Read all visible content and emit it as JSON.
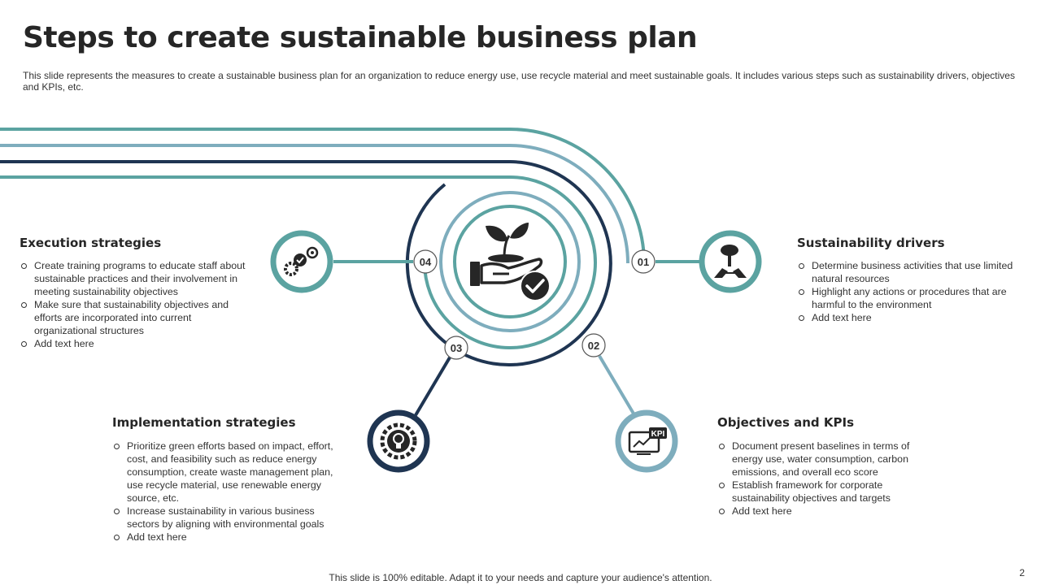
{
  "slide": {
    "title": "Steps to create sustainable business plan",
    "subtitle": "This slide represents the measures to create a sustainable business plan for an organization to reduce energy use, use recycle material and meet sustainable goals. It includes various steps such as sustainability drivers, objectives and KPIs, etc.",
    "footer": "This slide is 100% editable. Adapt it to your needs and capture your audience's attention.",
    "page_number": "2"
  },
  "colors": {
    "teal": "#5ba3a1",
    "light_blue": "#7eadbd",
    "navy": "#1f3552",
    "dark": "#262626"
  },
  "steps": [
    {
      "number": "01",
      "icon": "tree-hands-icon",
      "heading": "Sustainability drivers",
      "bullets": [
        "Determine business activities that use limited natural resources",
        "Highlight any actions or procedures that are harmful to the environment",
        "Add text here"
      ]
    },
    {
      "number": "02",
      "icon": "kpi-chart-icon",
      "heading": "Objectives and KPIs",
      "bullets": [
        "Document present baselines in terms of energy use, water consumption, carbon emissions, and overall eco score",
        "Establish framework for corporate sustainability objectives and targets",
        "Add text here"
      ]
    },
    {
      "number": "03",
      "icon": "lightbulb-gear-icon",
      "heading": "Implementation strategies",
      "bullets": [
        "Prioritize green efforts based on impact, effort, cost, and feasibility such as reduce energy consumption, create waste management plan, use recycle material, use renewable energy source, etc.",
        "Increase sustainability in various business sectors by aligning with environmental goals",
        "Add text here"
      ]
    },
    {
      "number": "04",
      "icon": "gears-check-icon",
      "heading": "Execution strategies",
      "bullets": [
        "Create training programs to educate staff about sustainable practices and their involvement in meeting sustainability objectives",
        "Make sure that sustainability objectives and efforts are incorporated into current organizational structures",
        "Add text here"
      ]
    }
  ],
  "center": {
    "icon": "plant-hand-check-icon"
  }
}
